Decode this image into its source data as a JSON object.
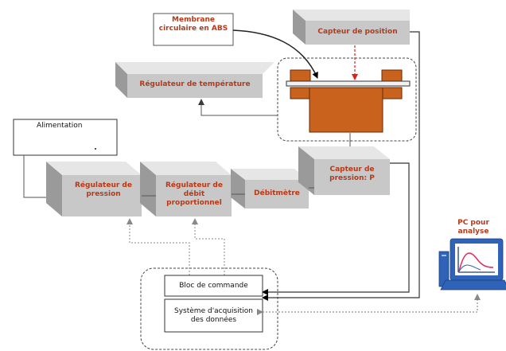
{
  "labels": {
    "membrane": "Membrane\ncirculaire en ABS",
    "capteur_position": "Capteur de position",
    "regulateur_temperature": "Régulateur de température",
    "alimentation": "Alimentation",
    "regulateur_pression": "Régulateur de\npression",
    "regulateur_debit": "Régulateur de\ndébit\nproportionnel",
    "debitmetre": "Débitmètre",
    "capteur_pression": "Capteur de\npression: P",
    "pc_analyse": "PC pour\nanalyse",
    "bloc_commande": "Bloc de commande",
    "systeme_acquisition": "Système d'acquisition\ndes données"
  },
  "colors": {
    "box_face": "#c8c8c8",
    "box_top": "#e6e6e6",
    "box_side": "#9a9a9a",
    "label_red": "#b53a1a",
    "cell_orange": "#c8621c",
    "line": "#3a3a3a",
    "arrow_red": "#e0201c",
    "pc_blue": "#2f63b8"
  },
  "icons": [
    "pc-icon"
  ]
}
